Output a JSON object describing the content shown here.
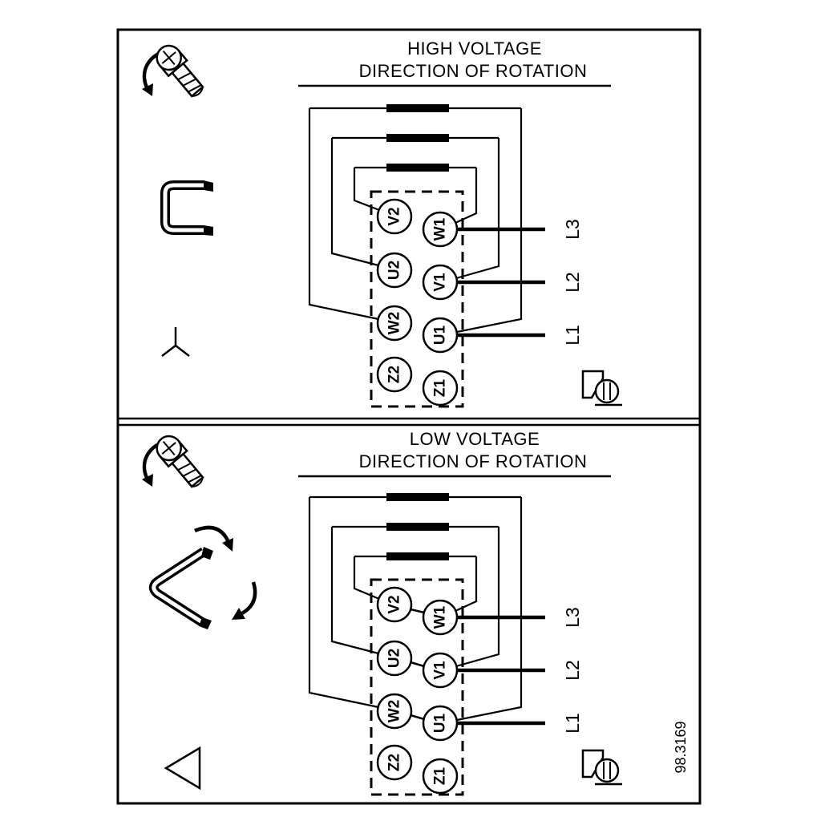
{
  "figure_number": "98.3169",
  "colors": {
    "ink": "#000000",
    "background": "#ffffff"
  },
  "panels": [
    {
      "title_line1": "HIGH VOLTAGE",
      "title_line2": "DIRECTION OF ROTATION",
      "connection": "star",
      "terminals_left": [
        "V2",
        "U2",
        "W2",
        "Z2"
      ],
      "terminals_right": [
        "W1",
        "V1",
        "U1",
        "Z1"
      ],
      "supply_lines": [
        "L3",
        "L2",
        "L1"
      ]
    },
    {
      "title_line1": "LOW VOLTAGE",
      "title_line2": "DIRECTION OF ROTATION",
      "connection": "delta",
      "terminals_left": [
        "V2",
        "U2",
        "W2",
        "Z2"
      ],
      "terminals_right": [
        "W1",
        "V1",
        "U1",
        "Z1"
      ],
      "supply_lines": [
        "L3",
        "L2",
        "L1"
      ]
    }
  ],
  "icons": {
    "rotation_screw": "screw-with-counterclockwise-arrow",
    "link_bracket": "terminal-link-strap",
    "star": "star-connection-symbol",
    "delta": "delta-connection-symbol",
    "link_arrows": "link-straps-with-reposition-arrows",
    "terminal_screw": "terminal-screw-with-clamp"
  }
}
